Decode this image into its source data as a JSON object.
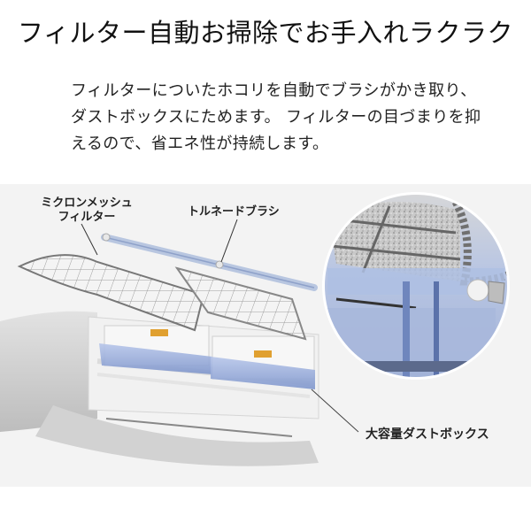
{
  "header": {
    "title": "フィルター自動お掃除でお手入れラクラク"
  },
  "description": {
    "lines": [
      "フィルターについたホコリを自動でブラシがかき取り、",
      "ダストボックスにためます。 フィルターの目づまりを抑",
      "えるので、省エネ性が持続します。"
    ]
  },
  "illustration": {
    "labels": {
      "filter_line1": "ミクロンメッシュ",
      "filter_line2": "フィルター",
      "brush": "トルネードブラシ",
      "dust_box": "大容量ダストボックス"
    },
    "icons": [
      "air-conditioner-illustration",
      "filter-mesh-icon",
      "brush-roller-icon",
      "dust-box-icon",
      "magnified-detail-circle"
    ],
    "colors": {
      "panel_bg": "#f3f3f3",
      "dust_box_blue": "#8ea6d8",
      "handle_orange": "#e0a030",
      "filter_gray": "#8a8a8a",
      "unit_gray": "#cfcfcf"
    }
  }
}
